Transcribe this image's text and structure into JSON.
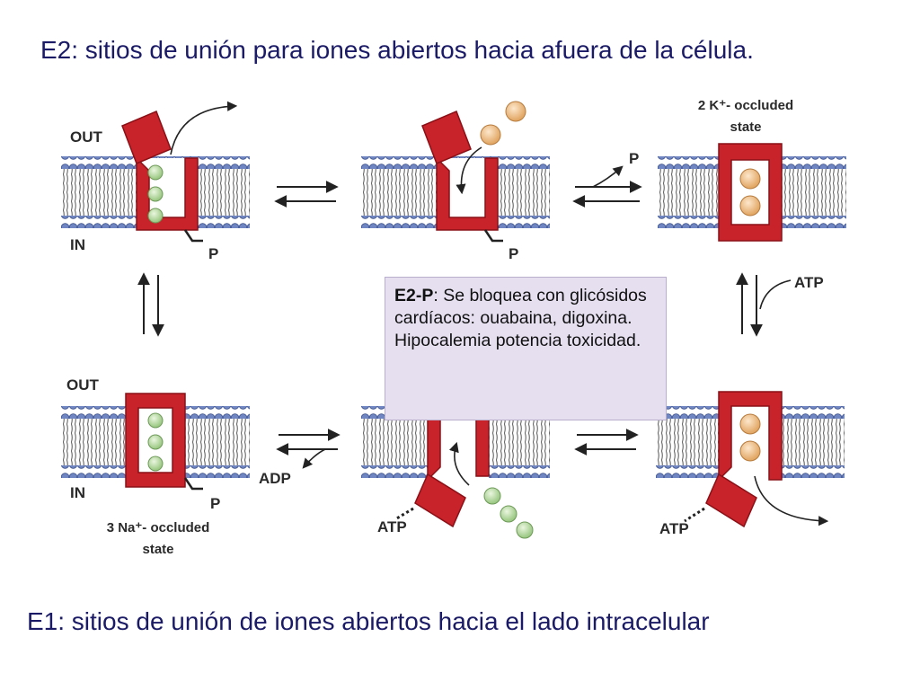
{
  "title_top": "E2: sitios de unión para iones abiertos hacia afuera de la célula.",
  "title_bottom": "E1:  sitios de unión de iones abiertos hacia el lado intracelular",
  "note": {
    "term": "E2-P",
    "text": ":  Se bloquea con glicósidos cardíacos: ouabaina, digoxina. Hipocalemia potencia toxicidad."
  },
  "labels": {
    "out": "OUT",
    "in": "IN",
    "p": "P",
    "atp": "ATP",
    "adp": "ADP",
    "k_state_line1": "2 K⁺- occluded",
    "k_state_line2": "state",
    "na_state_line1": "3 Na⁺- occluded",
    "na_state_line2": "state"
  },
  "colors": {
    "title": "#1a1a66",
    "protein": "#c8222a",
    "membrane_head": "#6f86c3",
    "sodium_ion": "#b9dca3",
    "potassium_ion": "#f2c28e",
    "note_bg": "#e6dff0"
  }
}
